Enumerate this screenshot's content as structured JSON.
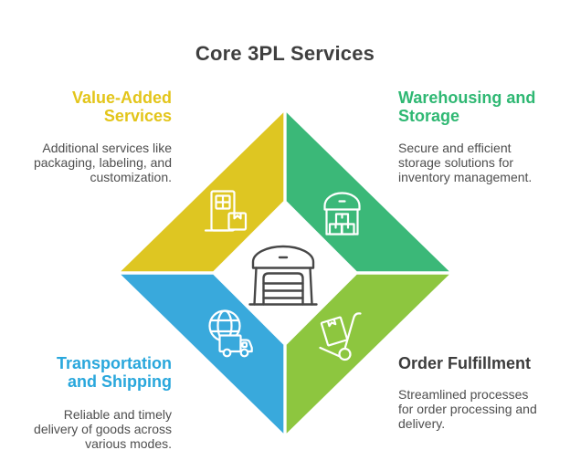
{
  "title": "Core 3PL Services",
  "colors": {
    "yellow": "#DEC622",
    "green": "#3BB878",
    "blue": "#39A9DC",
    "lime": "#8DC63F",
    "heading_yellow": "#E3C51A",
    "heading_green": "#2FB873",
    "heading_blue": "#29A7DC",
    "heading_dark": "#3C3C3C",
    "title_color": "#3F3F3F",
    "body_color": "#4E4E4E",
    "center_icon_stroke": "#474747",
    "icon_stroke": "#FFFFFF",
    "background": "#FFFFFF"
  },
  "center_icon": "garage-icon",
  "quadrants": {
    "top_left": {
      "heading": "Value-Added\nServices",
      "body": "Additional services like\npackaging, labeling, and\ncustomization.",
      "icon": "door-package-icon"
    },
    "top_right": {
      "heading": "Warehousing and\nStorage",
      "body": "Secure and efficient\nstorage solutions for\ninventory management.",
      "icon": "warehouse-icon"
    },
    "bottom_left": {
      "heading": "Transportation\nand Shipping",
      "body": "Reliable and timely\ndelivery of goods across\nvarious modes.",
      "icon": "globe-truck-icon"
    },
    "bottom_right": {
      "heading": "Order Fulfillment",
      "body": "Streamlined processes\nfor order processing and\ndelivery.",
      "icon": "hand-truck-icon"
    }
  }
}
